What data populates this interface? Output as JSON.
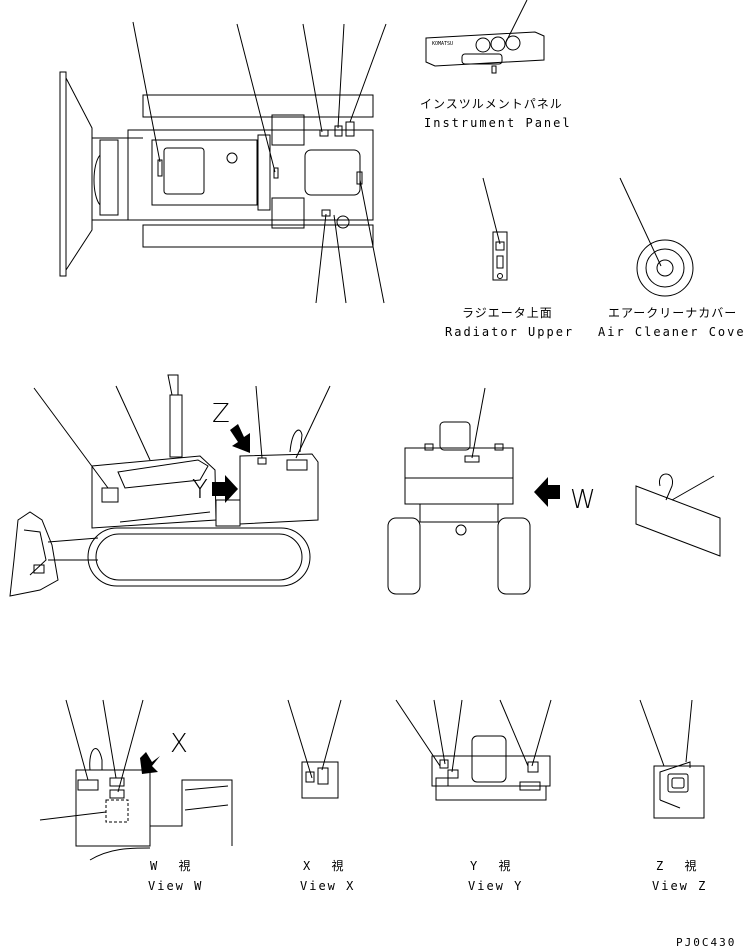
{
  "labels": {
    "instrument_panel_jp": "インスツルメントパネル",
    "instrument_panel_en": "Instrument Panel",
    "radiator_upper_jp": "ラジエータ上面",
    "radiator_upper_en": "Radiator Upper",
    "air_cleaner_cover_jp": "エアークリーナカバー",
    "air_cleaner_cover_en": "Air Cleaner Cover",
    "view_w_jp": "W 視",
    "view_w_en": "View W",
    "view_x_jp": "X 視",
    "view_x_en": "View X",
    "view_y_jp": "Y 視",
    "view_y_en": "View Y",
    "view_z_jp": "Z 視",
    "view_z_en": "View Z"
  },
  "arrow_letters": {
    "w": "W",
    "x": "X",
    "y": "Y",
    "z": "Z"
  },
  "panel_brand": "KOMATSU",
  "drawing_code": "PJ0C430"
}
